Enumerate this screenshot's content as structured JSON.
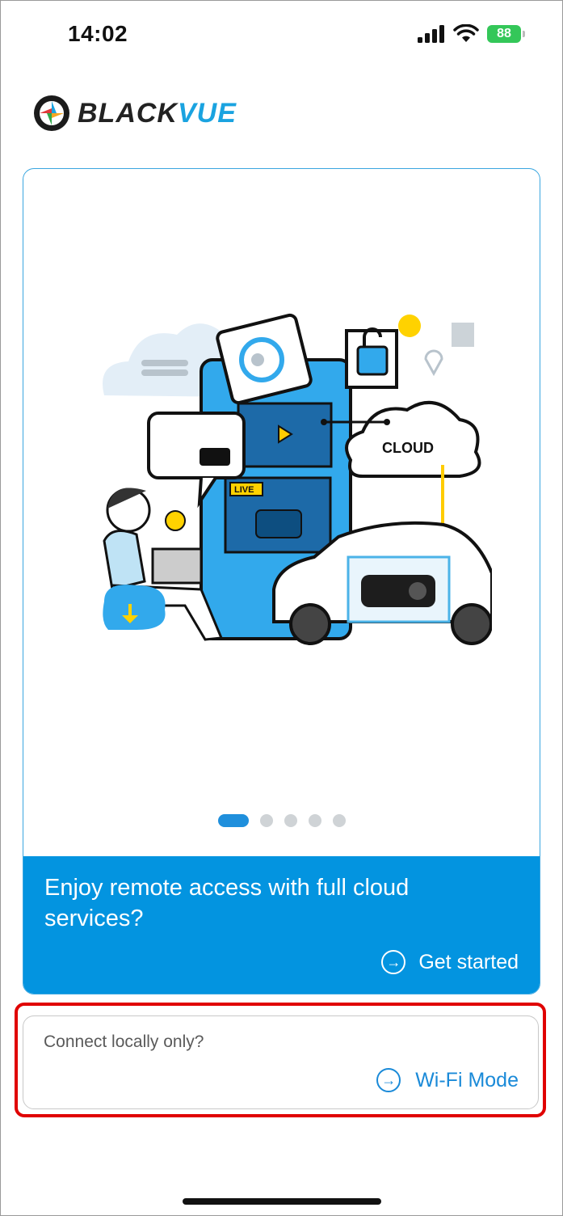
{
  "status_bar": {
    "time": "14:02",
    "battery": "88"
  },
  "app": {
    "logo_text_black": "BLACK",
    "logo_text_blue": "VUE"
  },
  "onboarding": {
    "illustration_labels": {
      "cloud": "CLOUD",
      "live": "LIVE"
    },
    "pagination": {
      "pages": 5,
      "active_index": 0
    },
    "banner_title": "Enjoy remote access with full cloud services?",
    "get_started_label": "Get started"
  },
  "local": {
    "question": "Connect locally only?",
    "wifi_mode_label": "Wi-Fi Mode"
  },
  "colors": {
    "accent": "#0394e0",
    "highlight": "#e00000"
  }
}
